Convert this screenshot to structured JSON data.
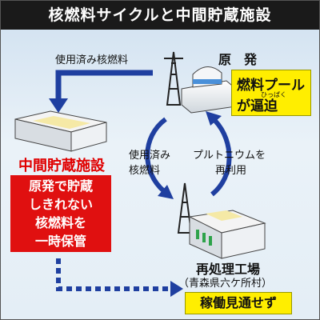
{
  "title": "核燃料サイクルと中間貯蔵施設",
  "labels": {
    "spent_fuel_top": "使用済み核燃料",
    "nuclear_plant": "原　発",
    "spent_fuel_line1": "使用済み",
    "spent_fuel_line2": "核燃料",
    "plutonium_line1": "プルトニウムを",
    "plutonium_line2": "再利用",
    "reprocessing_plant": "再処理工場",
    "location": "（青森県六ケ所村）"
  },
  "interim_storage": {
    "title": "中間貯蔵施設",
    "description_lines": [
      "原発で貯蔵",
      "しきれない",
      "核燃料を",
      "一時保管"
    ]
  },
  "pool_callout": {
    "line1": "燃料プール",
    "line2": "が逼迫",
    "ruby": "ひっぱく"
  },
  "status_callout": "稼働見通せず",
  "colors": {
    "title_bg": "#1a1a1a",
    "arrow_blue": "#1f3fa0",
    "storage_red": "#e01010",
    "callout_yellow": "#ffee00"
  }
}
